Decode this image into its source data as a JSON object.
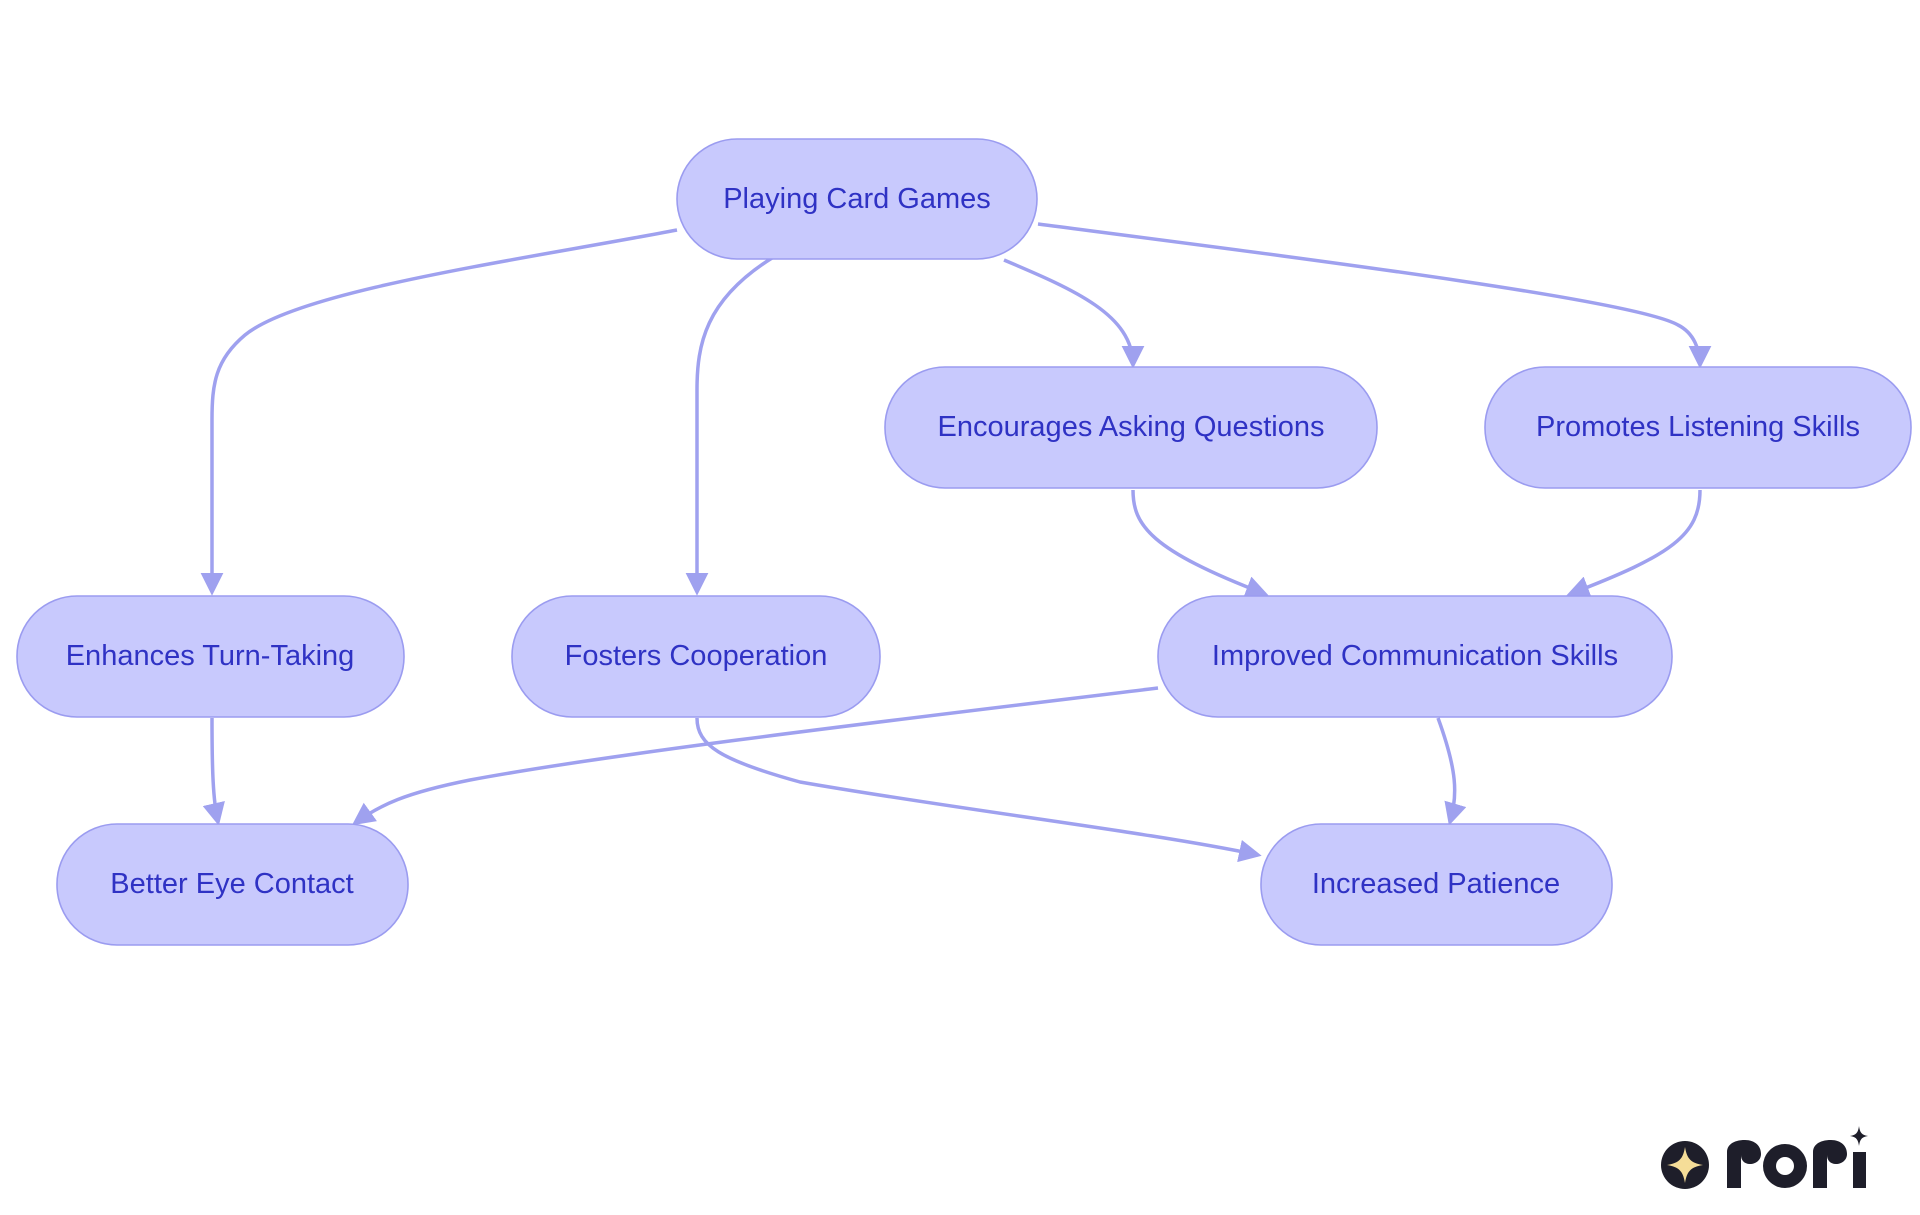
{
  "diagram": {
    "nodes": [
      {
        "id": "playing",
        "label": "Playing Card Games"
      },
      {
        "id": "questions",
        "label": "Encourages Asking Questions"
      },
      {
        "id": "listening",
        "label": "Promotes Listening Skills"
      },
      {
        "id": "turn",
        "label": "Enhances Turn-Taking"
      },
      {
        "id": "coop",
        "label": "Fosters Cooperation"
      },
      {
        "id": "comm",
        "label": "Improved Communication Skills"
      },
      {
        "id": "eye",
        "label": "Better Eye Contact"
      },
      {
        "id": "patience",
        "label": "Increased Patience"
      }
    ],
    "edges": [
      {
        "from": "playing",
        "to": "turn"
      },
      {
        "from": "playing",
        "to": "coop"
      },
      {
        "from": "playing",
        "to": "questions"
      },
      {
        "from": "playing",
        "to": "listening"
      },
      {
        "from": "questions",
        "to": "comm"
      },
      {
        "from": "listening",
        "to": "comm"
      },
      {
        "from": "turn",
        "to": "eye"
      },
      {
        "from": "comm",
        "to": "eye"
      },
      {
        "from": "coop",
        "to": "patience"
      },
      {
        "from": "comm",
        "to": "patience"
      }
    ],
    "colors": {
      "node_fill": "#c8c9fd",
      "node_stroke": "#9b9cf0",
      "node_text": "#2f32c4",
      "edge": "#9fa1ef"
    }
  },
  "brand": {
    "logo_text": "rori",
    "icon": "sparkle-star-icon"
  }
}
